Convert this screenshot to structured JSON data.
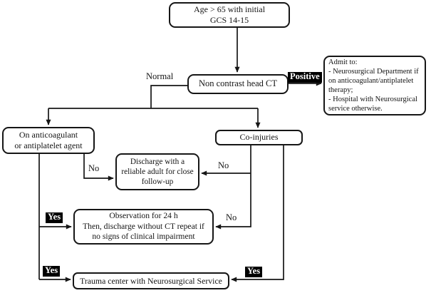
{
  "figure": {
    "type": "flowchart",
    "background": "#ffffff",
    "line_color": "#161616",
    "node_fill": "#ffffff",
    "node_border": "#161616",
    "highlight_bg": "#000000",
    "highlight_fg": "#ffffff"
  },
  "nodes": {
    "age": {
      "label": "Age > 65 with initial\nGCS 14-15"
    },
    "ct": {
      "label": "Non contrast head CT"
    },
    "admit": {
      "label": "Admit to:\n- Neurosurgical Department if\non anticoagulant/antiplatelet\ntherapy;\n- Hospital with Neurosurgical\nservice otherwise."
    },
    "anticoagulant": {
      "label": "On anticoagulant\nor antiplatelet agent"
    },
    "coinjuries": {
      "label": "Co-injuries"
    },
    "discharge": {
      "label": "Discharge with a\nreliable adult for close\nfollow-up"
    },
    "observation": {
      "label": "Observation for 24 h\nThen, discharge without CT repeat if\nno signs of clinical impairment"
    },
    "trauma": {
      "label": "Trauma center with Neurosurgical Service"
    }
  },
  "edges": [
    {
      "from": "age",
      "to": "ct",
      "label": "",
      "highlighted": false
    },
    {
      "from": "ct",
      "to": "admit",
      "label": "Positive",
      "highlighted": true
    },
    {
      "from": "ct",
      "to": "anticoagulant & coinjuries",
      "label": "Normal",
      "highlighted": false
    },
    {
      "from": "anticoagulant",
      "to": "discharge",
      "label": "No",
      "highlighted": false
    },
    {
      "from": "coinjuries",
      "to": "discharge",
      "label": "No",
      "highlighted": false
    },
    {
      "from": "coinjuries",
      "to": "observation",
      "label": "No",
      "highlighted": false
    },
    {
      "from": "anticoagulant",
      "to": "observation",
      "label": "Yes",
      "highlighted": true
    },
    {
      "from": "anticoagulant",
      "to": "trauma",
      "label": "Yes",
      "highlighted": true
    },
    {
      "from": "coinjuries",
      "to": "trauma",
      "label": "Yes",
      "highlighted": true
    }
  ]
}
